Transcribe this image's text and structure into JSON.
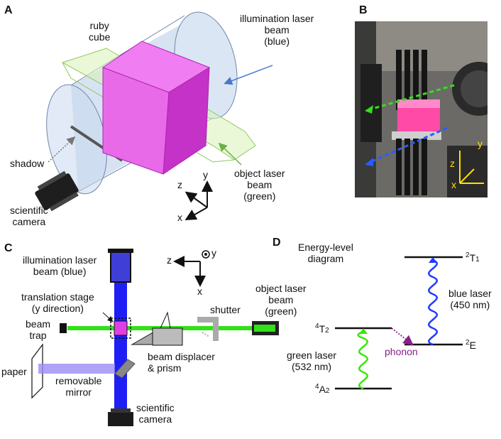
{
  "panels": {
    "a": "A",
    "b": "B",
    "c": "C",
    "d": "D"
  },
  "panel_a": {
    "ruby_cube": "ruby\ncube",
    "illumination": "illumination laser\nbeam\n(blue)",
    "shadow": "shadow",
    "camera": "scientific\ncamera",
    "object": "object laser\nbeam\n(green)",
    "axes": {
      "x": "x",
      "y": "y",
      "z": "z"
    }
  },
  "panel_b": {
    "axes": {
      "x": "x",
      "y": "y",
      "z": "z"
    }
  },
  "panel_c": {
    "illumination": "illumination laser\nbeam (blue)",
    "translation": "translation stage\n(y direction)",
    "beam_trap": "beam\ntrap",
    "paper": "paper",
    "removable_mirror": "removable\nmirror",
    "shutter": "shutter",
    "object": "object laser\nbeam\n(green)",
    "displacer": "beam displacer\n& prism",
    "camera": "scientific\ncamera",
    "axes": {
      "z": "z",
      "x": "x",
      "y": "y"
    }
  },
  "panel_d": {
    "title": "Energy-level\ndiagram",
    "levels": {
      "t1": {
        "sup": "2",
        "main": "T",
        "sub": "1"
      },
      "t2": {
        "sup": "4",
        "main": "T",
        "sub": "2"
      },
      "e": {
        "sup": "2",
        "main": "E"
      },
      "a2": {
        "sup": "4",
        "main": "A",
        "sub": "2"
      }
    },
    "blue_laser": "blue laser\n(450 nm)",
    "green_laser": "green laser\n(532 nm)",
    "phonon": "phonon"
  },
  "colors": {
    "ruby": "#e23ee6",
    "blue_beam": "#1f1ff5",
    "green_beam": "#33e01a",
    "cylinder_fill": "#c9d9ee",
    "cylinder_stroke": "#6f86a8",
    "phonon": "#8a1f8a",
    "blue_wave": "#1f3cff",
    "green_wave": "#3be60a",
    "arrow_blue": "#4a78c8",
    "yellow_axes": "#ffe000"
  }
}
